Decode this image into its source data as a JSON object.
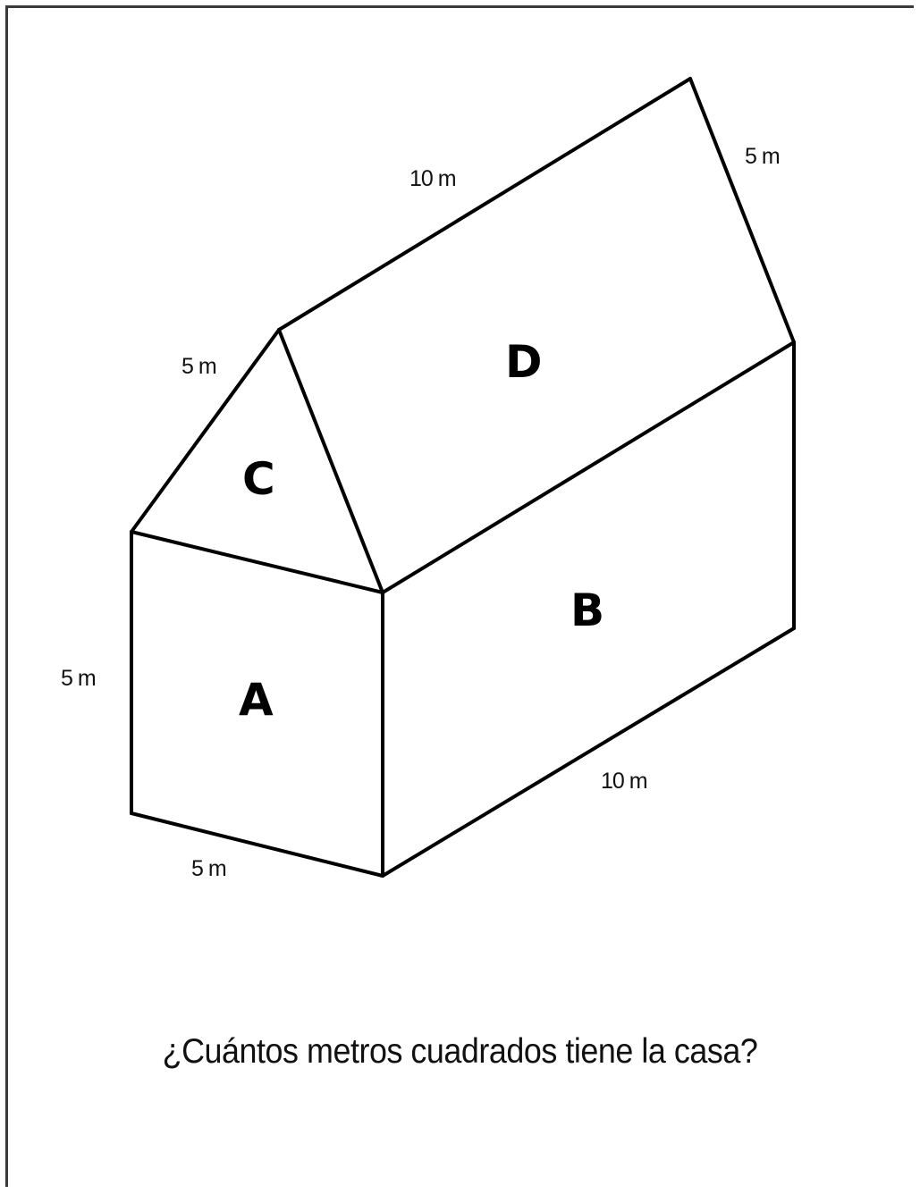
{
  "diagram": {
    "faces": {
      "front_wall": "A",
      "side_wall": "B",
      "gable": "C",
      "roof": "D"
    },
    "dimensions": {
      "wall_height": "5 m",
      "wall_width": "5 m",
      "wall_length": "10 m",
      "gable_edge": "5 m",
      "roof_length": "10 m",
      "roof_slope": "5 m"
    }
  },
  "question": "¿Cuántos metros cuadrados tiene la casa?"
}
